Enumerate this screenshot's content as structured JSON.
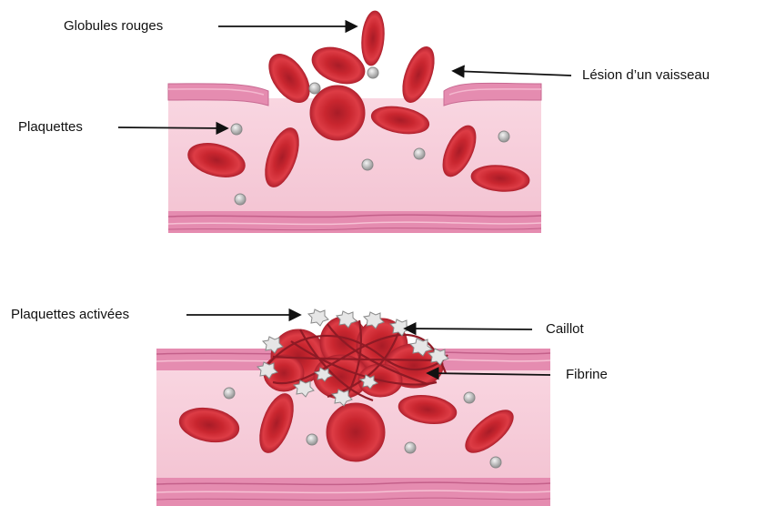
{
  "diagram": {
    "top_panel": {
      "labels": {
        "red_blood_cells": "Globules rouges",
        "vessel_injury": "Lésion d’un vaisseau",
        "platelets": "Plaquettes"
      }
    },
    "bottom_panel": {
      "labels": {
        "activated_platelets": "Plaquettes activées",
        "clot": "Caillot",
        "fibrin": "Fibrine"
      }
    }
  },
  "colors": {
    "vessel_fill": "#f6cbd8",
    "vessel_wall": "#d97aa0",
    "rbc": "#d2323c",
    "rbc_dark": "#a81c27",
    "platelet": "#c8c8c8",
    "fibrin": "#8e1a25"
  }
}
